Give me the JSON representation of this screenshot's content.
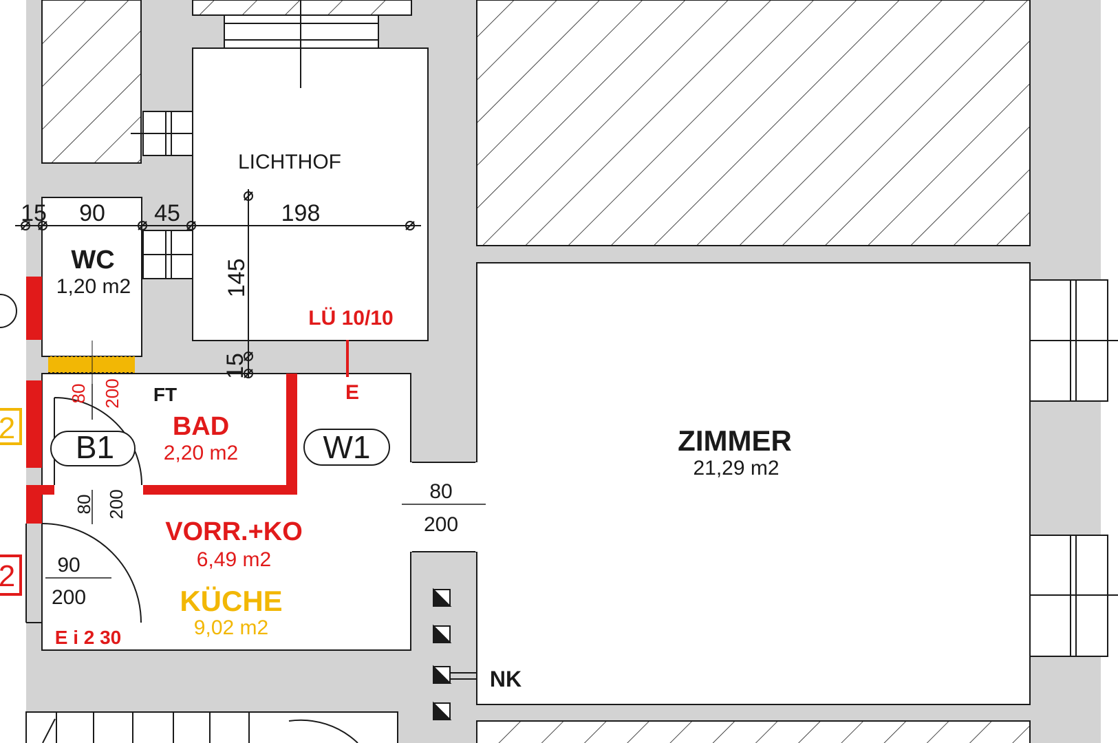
{
  "colors": {
    "wall": "#d3d3d3",
    "line": "#1a1a1a",
    "red": "#e11a1a",
    "yellow": "#f2b705",
    "white": "#ffffff"
  },
  "rooms": {
    "lichthof": {
      "name": "LICHTHOF"
    },
    "wc": {
      "name": "WC",
      "area": "1,20 m2"
    },
    "bad": {
      "name": "BAD",
      "area": "2,20 m2",
      "fixture": "FT"
    },
    "vorraum": {
      "name": "VORR.+KO",
      "area": "6,49 m2"
    },
    "kueche": {
      "name": "KÜCHE",
      "area": "9,02 m2"
    },
    "zimmer": {
      "name": "ZIMMER",
      "area": "21,29 m2"
    }
  },
  "dimensions": {
    "top_row": [
      "15",
      "90",
      "45",
      "198"
    ],
    "vertical": [
      "145",
      "15"
    ]
  },
  "doors": {
    "bad_door": {
      "width": "80",
      "height": "200"
    },
    "vorraum_door": {
      "width": "80",
      "height": "200"
    },
    "zimmer_door": {
      "width": "80",
      "height": "200"
    },
    "entrance_door": {
      "width": "90",
      "height": "200",
      "rating": "E i 2 30"
    }
  },
  "annotations": {
    "vent": "LÜ 10/10",
    "vent_mark": "E",
    "bath_tag": "B1",
    "wash_tag": "W1",
    "chimney": "NK",
    "edge_tag_yellow": "2",
    "edge_tag_red": "2"
  }
}
